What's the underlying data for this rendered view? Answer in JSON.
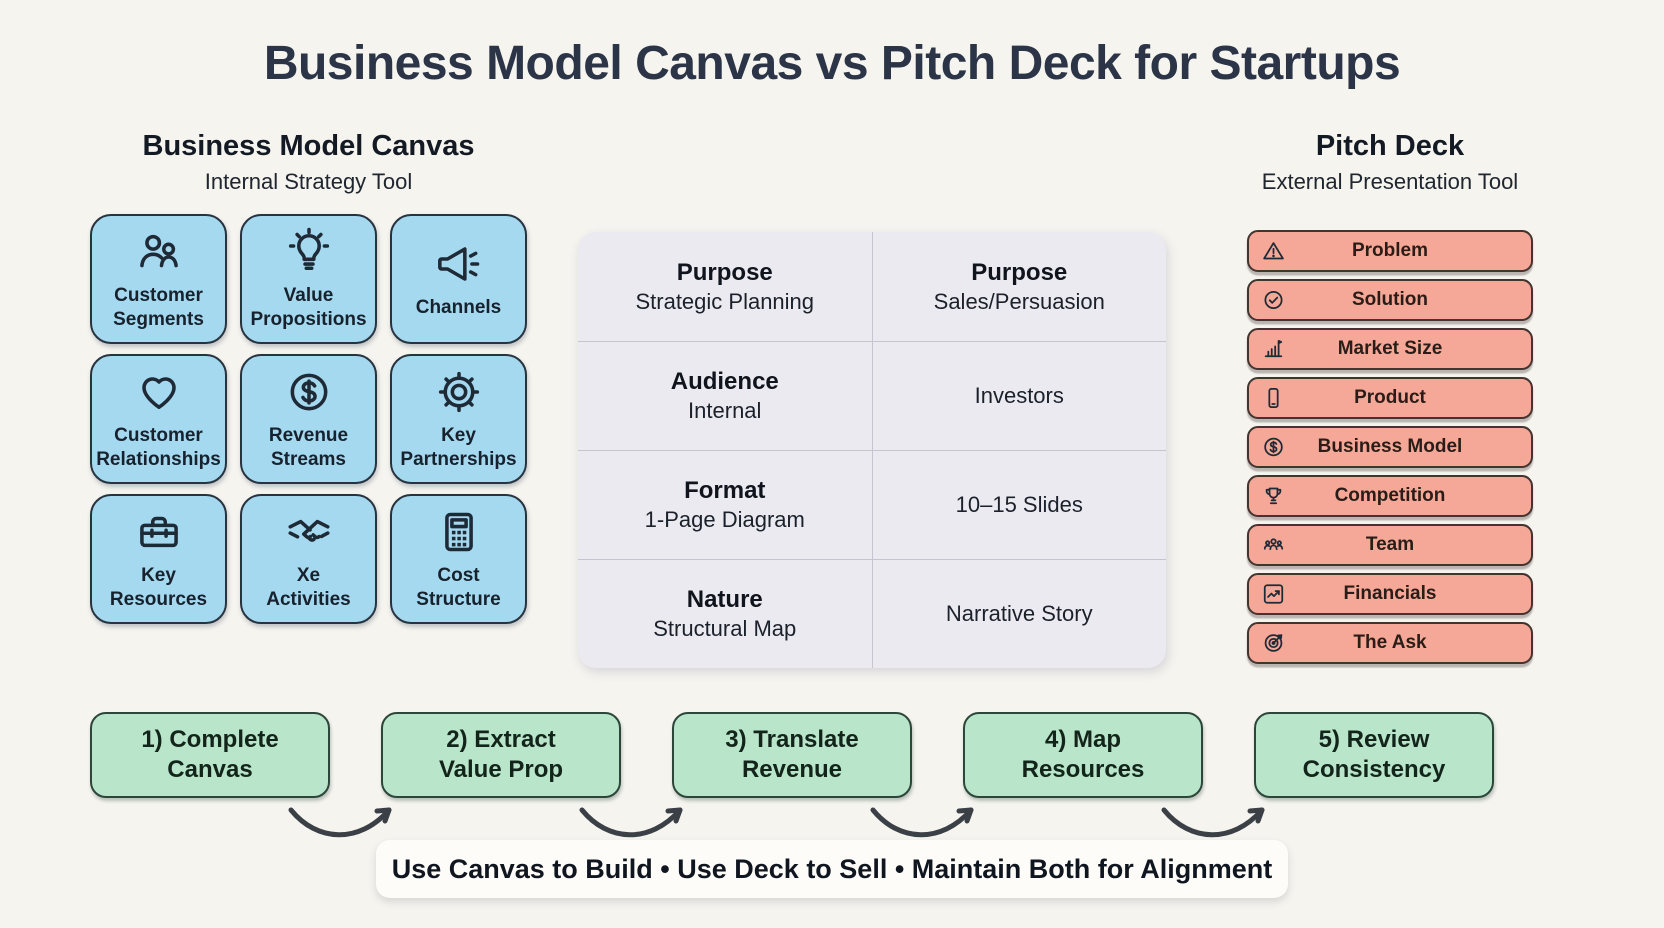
{
  "page": {
    "title": "Business Model Canvas vs Pitch Deck for Startups"
  },
  "canvas_section": {
    "title": "Business Model Canvas",
    "subtitle": "Internal Strategy Tool",
    "cards": [
      {
        "lines": [
          "Customer",
          "Segments"
        ],
        "icon": "people-icon"
      },
      {
        "lines": [
          "Value",
          "Propositions"
        ],
        "icon": "lightbulb-icon"
      },
      {
        "lines": [
          "Channels",
          ""
        ],
        "icon": "megaphone-icon"
      },
      {
        "lines": [
          "Customer",
          "Relationships"
        ],
        "icon": "heart-icon"
      },
      {
        "lines": [
          "Revenue",
          "Streams"
        ],
        "icon": "dollar-circle-icon"
      },
      {
        "lines": [
          "Key",
          "Partnerships"
        ],
        "icon": "gear-icon"
      },
      {
        "lines": [
          "Key",
          "Resources"
        ],
        "icon": "toolbox-icon"
      },
      {
        "lines": [
          "Xe",
          "Activities"
        ],
        "icon": "handshake-icon"
      },
      {
        "lines": [
          "Cost",
          "Structure"
        ],
        "icon": "calculator-icon"
      }
    ]
  },
  "comparison_table": {
    "rows": [
      {
        "left_title": "Purpose",
        "left_value": "Strategic Planning",
        "right_title": "Purpose",
        "right_value": "Sales/Persuasion"
      },
      {
        "left_title": "Audience",
        "left_value": "Internal",
        "right_title": "",
        "right_value": "Investors"
      },
      {
        "left_title": "Format",
        "left_value": "1-Page Diagram",
        "right_title": "",
        "right_value": "10–15 Slides"
      },
      {
        "left_title": "Nature",
        "left_value": "Structural Map",
        "right_title": "",
        "right_value": "Narrative Story"
      }
    ]
  },
  "pitch_deck_section": {
    "title": "Pitch Deck",
    "subtitle": "External Presentation Tool",
    "slides": [
      {
        "label": "Problem",
        "icon": "warning-icon"
      },
      {
        "label": "Solution",
        "icon": "check-circle-icon"
      },
      {
        "label": "Market Size",
        "icon": "bar-chart-icon"
      },
      {
        "label": "Product",
        "icon": "smartphone-icon"
      },
      {
        "label": "Business Model",
        "icon": "dollar-circle-icon"
      },
      {
        "label": "Competition",
        "icon": "trophy-icon"
      },
      {
        "label": "Team",
        "icon": "team-icon"
      },
      {
        "label": "Financials",
        "icon": "line-chart-icon"
      },
      {
        "label": "The Ask",
        "icon": "target-icon"
      }
    ]
  },
  "steps": [
    {
      "lines": [
        "1) Complete",
        "Canvas"
      ]
    },
    {
      "lines": [
        "2) Extract",
        "Value Prop"
      ]
    },
    {
      "lines": [
        "3) Translate",
        "Revenue"
      ]
    },
    {
      "lines": [
        "4) Map",
        "Resources"
      ]
    },
    {
      "lines": [
        "5) Review",
        "Consistency"
      ]
    }
  ],
  "footer": {
    "text": "Use Canvas to Build • Use Deck to Sell • Maintain Both for Alignment"
  },
  "colors": {
    "background": "#f5f4ef",
    "title-ink": "#2b3547",
    "card-blue": "#a5d9ef",
    "card-border": "#27333f",
    "table-bg": "#eceaf1",
    "table-line": "#c7c4d1",
    "pill-red": "#f5a897",
    "pill-border": "#443430",
    "step-green": "#b9e5ca",
    "step-border": "#2c463a",
    "arrow-ink": "#3b4046",
    "banner-bg": "#fdfcf9"
  }
}
